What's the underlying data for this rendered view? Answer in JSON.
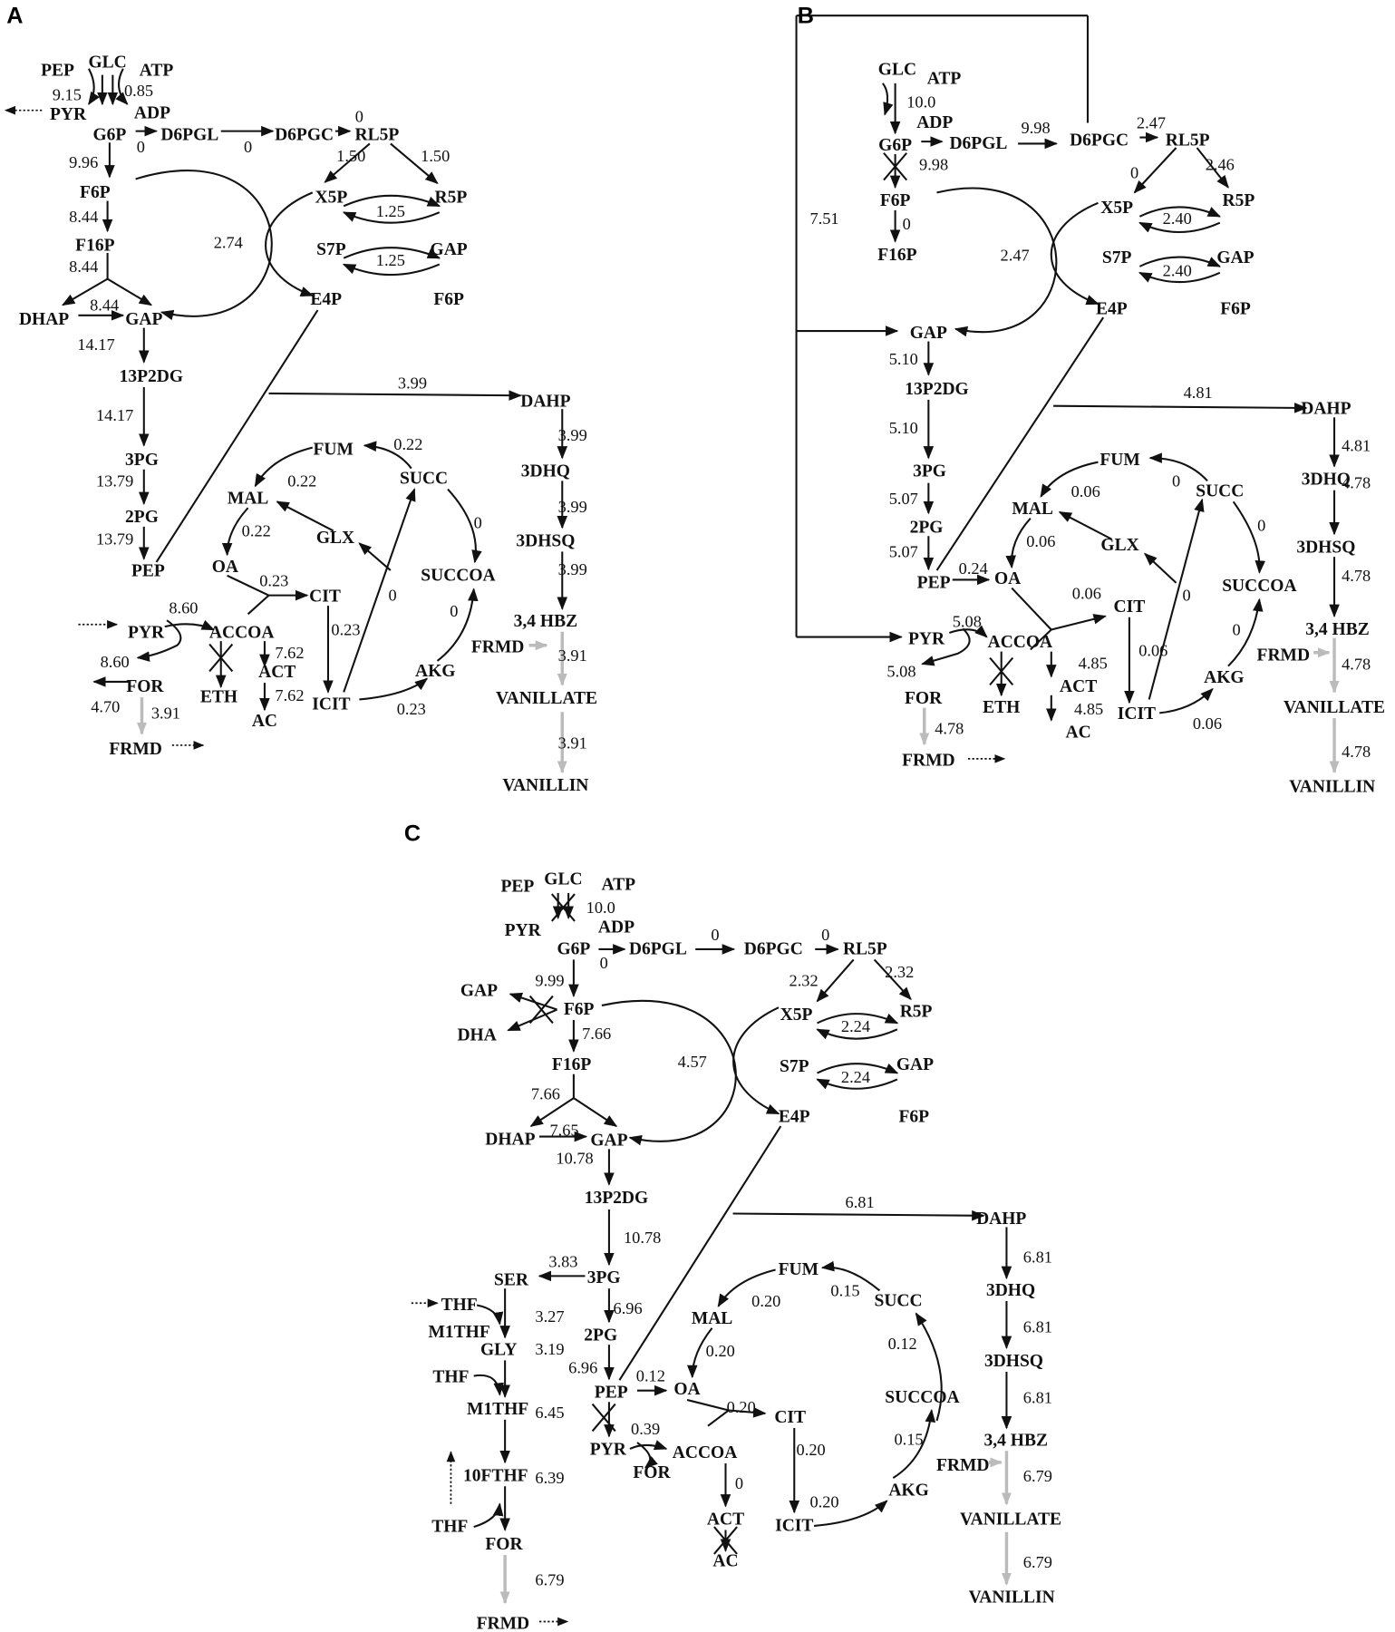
{
  "panels": [
    {
      "label": "A",
      "metabolites": [
        "PEP",
        "GLC",
        "ATP",
        "PYR",
        "ADP",
        "G6P",
        "D6PGL",
        "D6PGC",
        "RL5P",
        "F6P",
        "X5P",
        "R5P",
        "F16P",
        "S7P",
        "GAP",
        "DHAP",
        "GAP",
        "E4P",
        "F6P",
        "13P2DG",
        "DAHP",
        "FUM",
        "SUCC",
        "3PG",
        "MAL",
        "3DHQ",
        "GLX",
        "2PG",
        "3DHSQ",
        "OA",
        "SUCCOA",
        "PEP",
        "CIT",
        "PYR",
        "ACCOA",
        "3,4 HBZ",
        "FRMD",
        "ACT",
        "AKG",
        "FOR",
        "ETH",
        "ICIT",
        "VANILLATE",
        "AC",
        "FRMD",
        "VANILLIN"
      ],
      "fluxes": [
        "9.15",
        "0.85",
        "0",
        "0",
        "0",
        "1.50",
        "1.50",
        "9.96",
        "1.25",
        "8.44",
        "2.74",
        "1.25",
        "8.44",
        "8.44",
        "14.17",
        "3.99",
        "14.17",
        "3.99",
        "0.22",
        "0.22",
        "13.79",
        "3.99",
        "0.22",
        "0",
        "13.79",
        "3.99",
        "0.23",
        "0",
        "8.60",
        "0",
        "0.23",
        "3.91",
        "7.62",
        "8.60",
        "7.62",
        "4.70",
        "3.91",
        "0.23",
        "3.91"
      ]
    },
    {
      "label": "B",
      "metabolites": [
        "GLC",
        "ATP",
        "ADP",
        "G6P",
        "D6PGL",
        "D6PGC",
        "RL5P",
        "F6P",
        "X5P",
        "R5P",
        "F16P",
        "S7P",
        "GAP",
        "E4P",
        "F6P",
        "GAP",
        "13P2DG",
        "DAHP",
        "FUM",
        "SUCC",
        "3PG",
        "MAL",
        "3DHQ",
        "GLX",
        "2PG",
        "3DHSQ",
        "PEP",
        "OA",
        "SUCCOA",
        "CIT",
        "PYR",
        "ACCOA",
        "3,4 HBZ",
        "FRMD",
        "ACT",
        "AKG",
        "FOR",
        "ETH",
        "ICIT",
        "VANILLATE",
        "AC",
        "FRMD",
        "VANILLIN"
      ],
      "fluxes": [
        "10.0",
        "9.98",
        "2.47",
        "9.98",
        "0",
        "2.46",
        "7.51",
        "0",
        "2.40",
        "2.47",
        "2.40",
        "5.10",
        "4.81",
        "5.10",
        "4.81",
        "0.06",
        "0",
        "5.07",
        "4.78",
        "0.06",
        "0",
        "5.07",
        "0.24",
        "0.06",
        "0",
        "4.78",
        "5.08",
        "0.06",
        "0",
        "4.85",
        "5.08",
        "4.78",
        "4.85",
        "4.78",
        "0.06",
        "4.78"
      ]
    },
    {
      "label": "C",
      "metabolites": [
        "PEP",
        "GLC",
        "ATP",
        "PYR",
        "ADP",
        "G6P",
        "D6PGL",
        "D6PGC",
        "RL5P",
        "GAP",
        "F6P",
        "X5P",
        "R5P",
        "DHA",
        "F16P",
        "S7P",
        "GAP",
        "E4P",
        "F6P",
        "DHAP",
        "GAP",
        "13P2DG",
        "DAHP",
        "FUM",
        "SER",
        "3PG",
        "SUCC",
        "3DHQ",
        "THF",
        "M1THF",
        "MAL",
        "GLY",
        "2PG",
        "3DHSQ",
        "THF",
        "SUCCOA",
        "M1THF",
        "PEP",
        "OA",
        "CIT",
        "3,4 HBZ",
        "PYR",
        "ACCOA",
        "FOR",
        "FRMD",
        "10FTHF",
        "AKG",
        "VANILLATE",
        "ACT",
        "THF",
        "FOR",
        "ICIT",
        "AC",
        "VANILLIN",
        "FRMD"
      ],
      "fluxes": [
        "10.0",
        "0",
        "0",
        "0",
        "9.99",
        "2.32",
        "2.32",
        "7.66",
        "2.24",
        "4.57",
        "2.24",
        "7.66",
        "7.65",
        "10.78",
        "6.81",
        "10.78",
        "3.83",
        "6.81",
        "0.20",
        "0.15",
        "3.27",
        "6.96",
        "6.81",
        "0.12",
        "0.20",
        "3.19",
        "6.96",
        "6.81",
        "0.12",
        "0.20",
        "6.45",
        "0.39",
        "0.20",
        "0.15",
        "6.79",
        "0",
        "6.39",
        "0.20",
        "6.79",
        "6.79"
      ]
    }
  ]
}
